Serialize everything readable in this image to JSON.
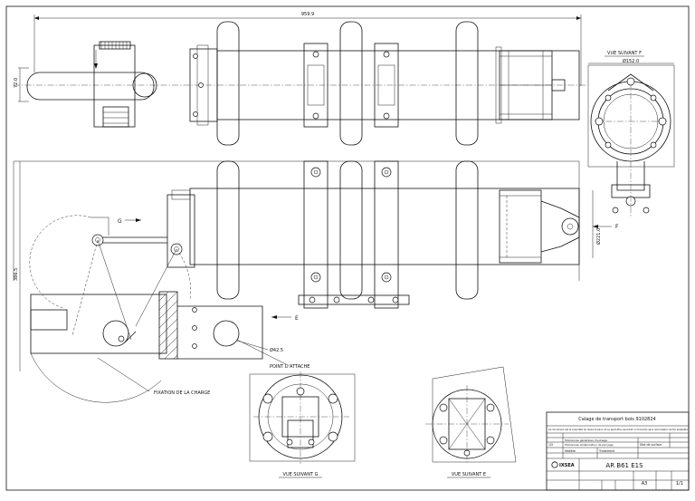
{
  "dimensions": {
    "overall_length": "959.9",
    "height_top": "72.0",
    "total_height": "386.5",
    "dia_view_f": "Ø152.0",
    "dia_right": "Ø221.0",
    "dia_attache": "Ø42.5"
  },
  "labels": {
    "vue_suivant_f": "VUE SUIVANT F",
    "vue_suivant_g": "VUE SUIVANT G",
    "vue_suivant_e": "VUE SUIVANT E",
    "arrow_g": "G",
    "arrow_e": "E",
    "arrow_f": "F",
    "point_attache": "POINT D'ATTACHE",
    "fixation_charge": "FIXATION DE LA CHARGE"
  },
  "title_block": {
    "header": "Calage de transport bois 9102824",
    "notice": "Ce document est la propriété de Ixsea Oceano et ne peut être reproduit ou transmis sans autorisation écrite préalable",
    "tolerances": "Tolérances générales d'usinage",
    "tolerance_sub": "Tolérances amélioration de perçage",
    "etat_surface": "Etat de surface",
    "matiere": "Matière",
    "traitement": "Traitement",
    "company": "IXSEA",
    "drawing_number": "AR B61 E1S",
    "scale": "1/5",
    "format": "A3",
    "sheet": "1/1"
  }
}
